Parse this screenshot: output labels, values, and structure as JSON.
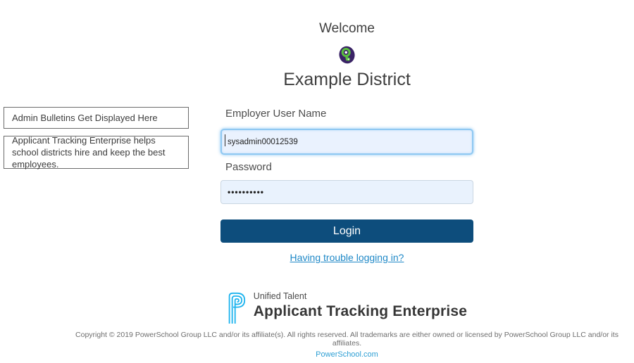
{
  "header": {
    "welcome": "Welcome",
    "district_name": "Example District",
    "district_icon": "district-logo-icon",
    "district_icon_colors": {
      "purple": "#3a2366",
      "green": "#5abe3e"
    }
  },
  "bulletins": [
    {
      "text": "Admin Bulletins Get Displayed Here"
    },
    {
      "text": "Applicant Tracking Enterprise helps school districts hire and keep the best employees."
    }
  ],
  "form": {
    "username_label": "Employer User Name",
    "username_value": "sysadmin00012539",
    "password_label": "Password",
    "password_masked": "••••••••••",
    "login_label": "Login",
    "trouble_link": "Having trouble logging in?"
  },
  "branding": {
    "suite": "Unified Talent",
    "product": "Applicant Tracking Enterprise",
    "logo_icon": "powerschool-p-icon",
    "logo_color": "#1cb3ee"
  },
  "footer": {
    "copyright": "Copyright © 2019 PowerSchool Group LLC and/or its affiliate(s). All rights reserved. All trademarks are either owned or licensed by PowerSchool Group LLC and/or its affiliates.",
    "site_link": "PowerSchool.com"
  },
  "colors": {
    "button": "#0d4d7c",
    "link": "#1e88c7",
    "footer_link": "#2e9fd4",
    "input_bg": "#e9f2fd",
    "focus_border": "#8fc8f2"
  }
}
